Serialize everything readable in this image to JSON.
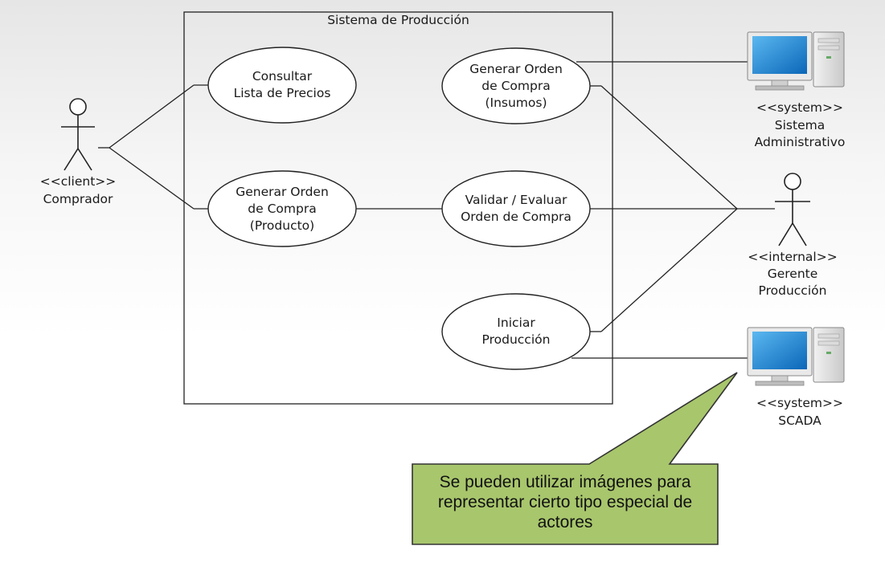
{
  "system_boundary": {
    "title": "Sistema de Producción"
  },
  "use_cases": [
    {
      "id": "consultar",
      "label": "Consultar\nLista de Precios"
    },
    {
      "id": "orden-producto",
      "label": "Generar Orden\nde Compra\n(Producto)"
    },
    {
      "id": "orden-insumos",
      "label": "Generar Orden\nde Compra\n(Insumos)"
    },
    {
      "id": "validar",
      "label": "Validar / Evaluar\nOrden de Compra"
    },
    {
      "id": "iniciar",
      "label": "Iniciar\nProducción"
    }
  ],
  "actors": {
    "comprador": {
      "stereotype": "<<client>>",
      "name": "Comprador",
      "icon": "stick-figure-icon"
    },
    "gerente": {
      "stereotype": "<<internal>>",
      "name": "Gerente\nProducción",
      "icon": "stick-figure-icon"
    },
    "administrativo": {
      "stereotype": "<<system>>",
      "name": "Sistema\nAdministrativo",
      "icon": "computer-icon"
    },
    "scada": {
      "stereotype": "<<system>>",
      "name": "SCADA",
      "icon": "computer-icon"
    }
  },
  "callout": {
    "text": "Se pueden utilizar imágenes para representar cierto tipo especial de actores",
    "fill": "#a8c66c",
    "border": "#333333"
  }
}
